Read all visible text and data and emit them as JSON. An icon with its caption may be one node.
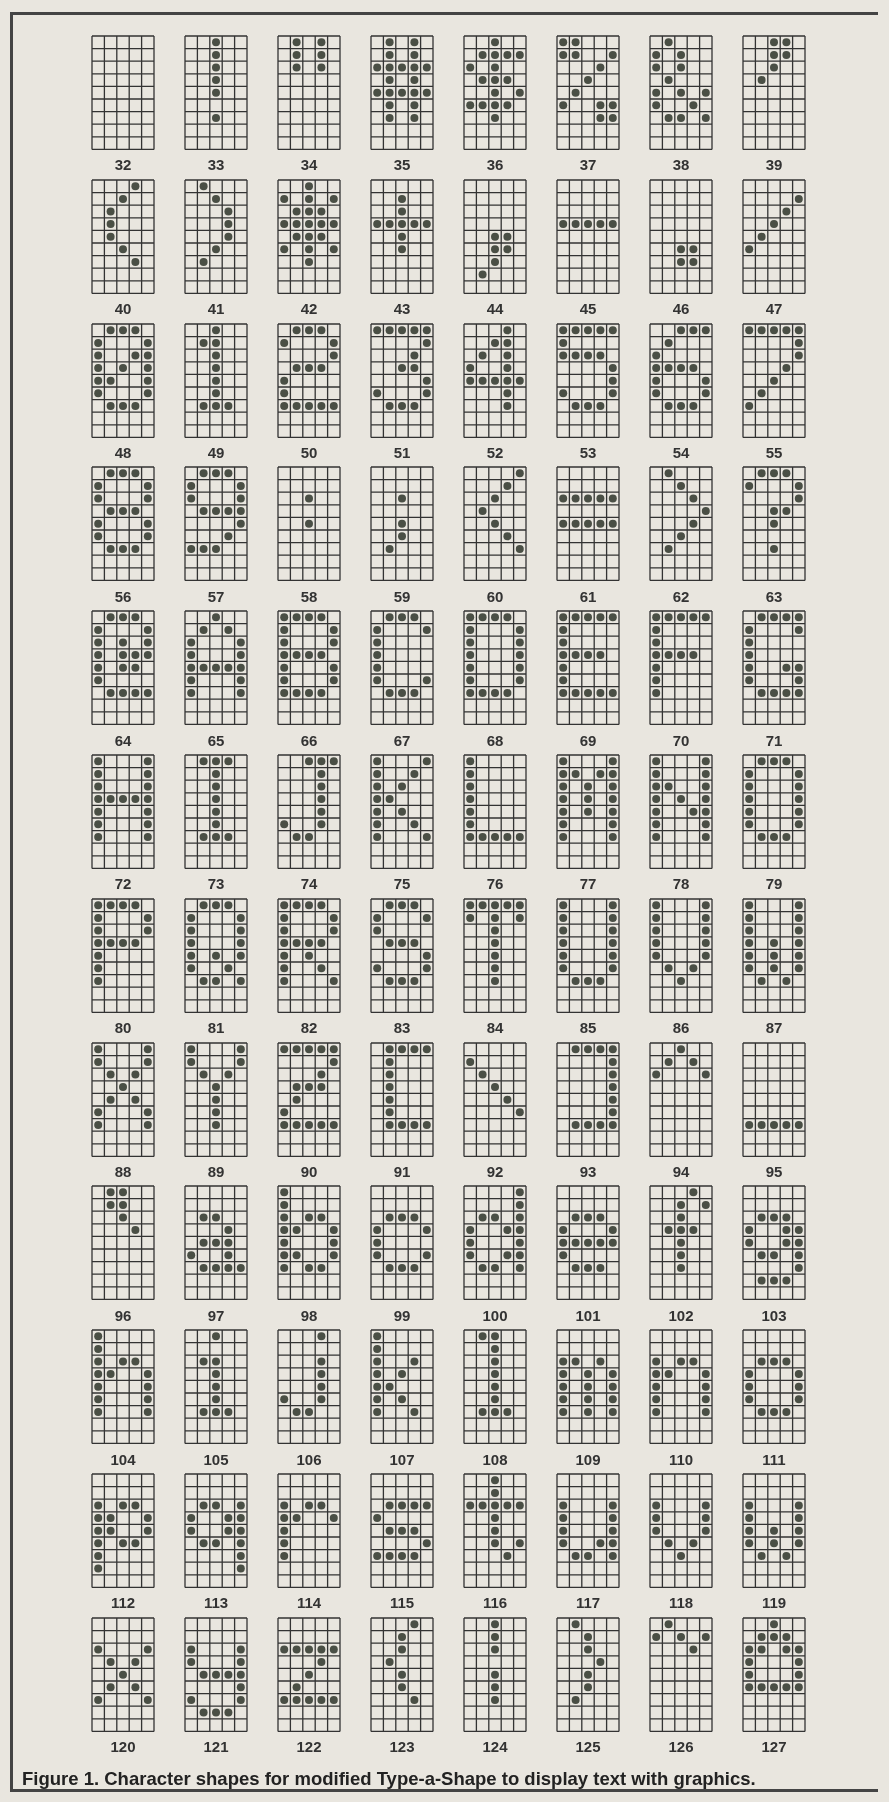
{
  "diagram": {
    "caption": "Figure 1. Character shapes for modified Type-a-Shape to display text with graphics.",
    "labels": [
      "32",
      "33",
      "34",
      "35",
      "36",
      "37",
      "38",
      "39",
      "40",
      "41",
      "42",
      "43",
      "44",
      "45",
      "46",
      "47",
      "48",
      "49",
      "50",
      "51",
      "52",
      "53",
      "54",
      "55",
      "56",
      "57",
      "58",
      "59",
      "60",
      "61",
      "62",
      "63",
      "64",
      "65",
      "66",
      "67",
      "68",
      "69",
      "70",
      "71",
      "72",
      "73",
      "74",
      "75",
      "76",
      "77",
      "78",
      "79",
      "80",
      "81",
      "82",
      "83",
      "84",
      "85",
      "86",
      "87",
      "88",
      "89",
      "90",
      "91",
      "92",
      "93",
      "94",
      "95",
      "96",
      "97",
      "98",
      "99",
      "100",
      "101",
      "102",
      "103",
      "104",
      "105",
      "106",
      "107",
      "108",
      "109",
      "110",
      "111",
      "112",
      "113",
      "114",
      "115",
      "116",
      "117",
      "118",
      "119",
      "120",
      "121",
      "122",
      "123",
      "124",
      "125",
      "126",
      "127"
    ]
  }
}
